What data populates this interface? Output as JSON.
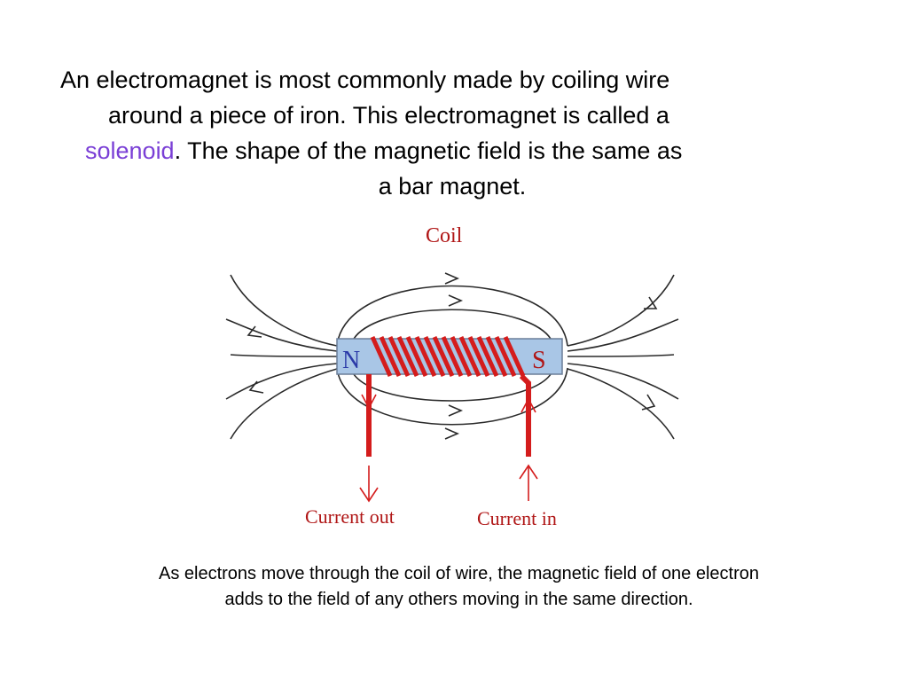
{
  "slide": {
    "paragraph": {
      "line1": "An electromagnet is most commonly made by coiling wire",
      "line2": "around a piece of iron. This electromagnet is called a",
      "term": "solenoid",
      "line3_rest": ". The shape of the magnetic field is the same as",
      "line4": "a bar magnet."
    },
    "diagram": {
      "coil_label": "Coil",
      "north_label": "N",
      "south_label": "S",
      "current_out_label": "Current out",
      "current_in_label": "Current in"
    },
    "caption": {
      "line1": "As electrons move through the coil of wire, the magnetic field of one electron",
      "line2": "adds to the field of any others moving in the same direction."
    },
    "colors": {
      "term": "#7a3fd6",
      "coil_red": "#d41c1c",
      "bar_blue": "#a9c6e6",
      "label_red": "#b01616",
      "pole_blue": "#2b3aa8"
    }
  }
}
